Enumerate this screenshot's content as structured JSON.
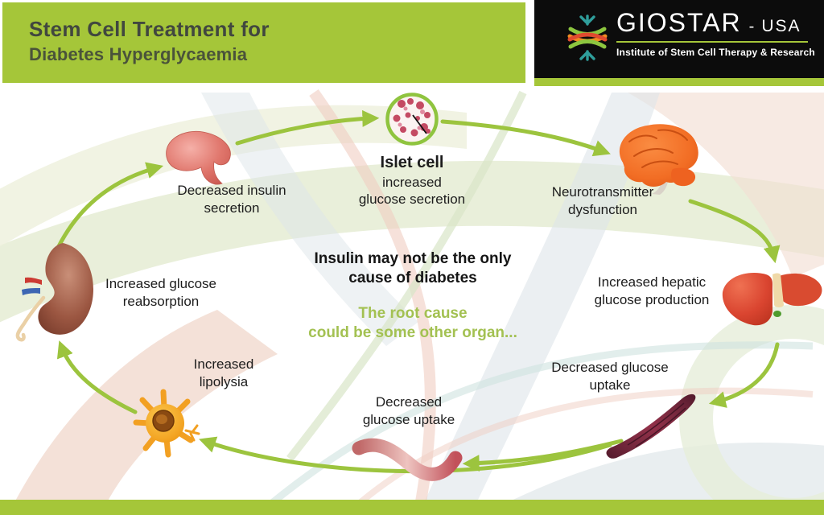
{
  "header": {
    "title_line1": "Stem Cell Treatment for",
    "title_line2": "Diabetes Hyperglycaemia"
  },
  "logo": {
    "brand": "GIOSTAR",
    "dash": "-",
    "region": "USA",
    "tagline": "Institute of Stem Cell Therapy & Research"
  },
  "center": {
    "line1": "Insulin may not be the only",
    "line2": "cause of diabetes",
    "green1": "The root cause",
    "green2": "could be some other organ..."
  },
  "organs": {
    "pancreas": {
      "line1": "Decreased insulin",
      "line2": "secretion"
    },
    "islet": {
      "title": "Islet cell",
      "line1": "increased",
      "line2": "glucose secretion"
    },
    "brain": {
      "line1": "Neurotransmitter",
      "line2": "dysfunction"
    },
    "liver": {
      "line1": "Increased hepatic",
      "line2": "glucose production"
    },
    "muscle": {
      "line1": "Decreased glucose",
      "line2": "uptake"
    },
    "vessel": {
      "line1": "Decreased",
      "line2": "glucose uptake"
    },
    "fat": {
      "line1": "Increased",
      "line2": "lipolysia"
    },
    "kidney": {
      "line1": "Increased glucose",
      "line2": "reabsorption"
    }
  },
  "colors": {
    "header_green": "#a5c639",
    "arrow_green": "#9cc43e",
    "highlight_green": "#a3c152",
    "logo_background": "#0c0c0c",
    "text_dark": "#1c1c1c"
  }
}
